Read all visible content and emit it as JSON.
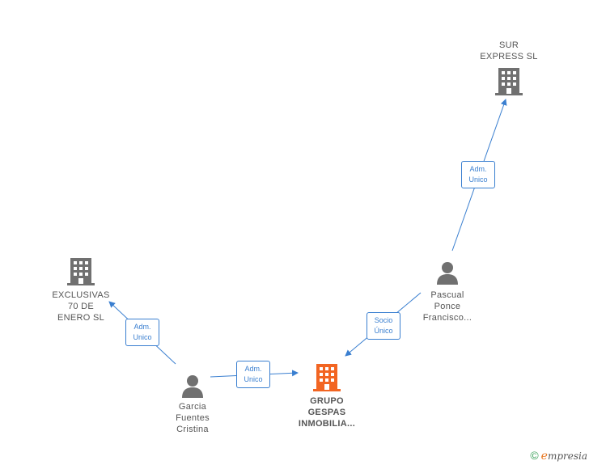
{
  "nodes": {
    "sur_express": {
      "lines": [
        "SUR",
        "EXPRESS  SL"
      ]
    },
    "exclusivas": {
      "lines": [
        "EXCLUSIVAS",
        "70 DE",
        "ENERO  SL"
      ]
    },
    "pascual": {
      "lines": [
        "Pascual",
        "Ponce",
        "Francisco..."
      ]
    },
    "garcia": {
      "lines": [
        "Garcia",
        "Fuentes",
        "Cristina"
      ]
    },
    "grupo": {
      "lines": [
        "GRUPO",
        "GESPAS",
        "INMOBILIA..."
      ]
    }
  },
  "relations": {
    "pascual_sur": [
      "Adm.",
      "Unico"
    ],
    "garcia_exclusivas": [
      "Adm.",
      "Unico"
    ],
    "garcia_grupo": [
      "Adm.",
      "Unico"
    ],
    "pascual_grupo": [
      "Socio",
      "Único"
    ]
  },
  "colors": {
    "edge": "#3a7fd0",
    "company": "#707070",
    "main_company": "#f26522",
    "person": "#707070"
  },
  "brand": {
    "copyright": "©",
    "name_initial": "e",
    "name_rest": "mpresia"
  }
}
